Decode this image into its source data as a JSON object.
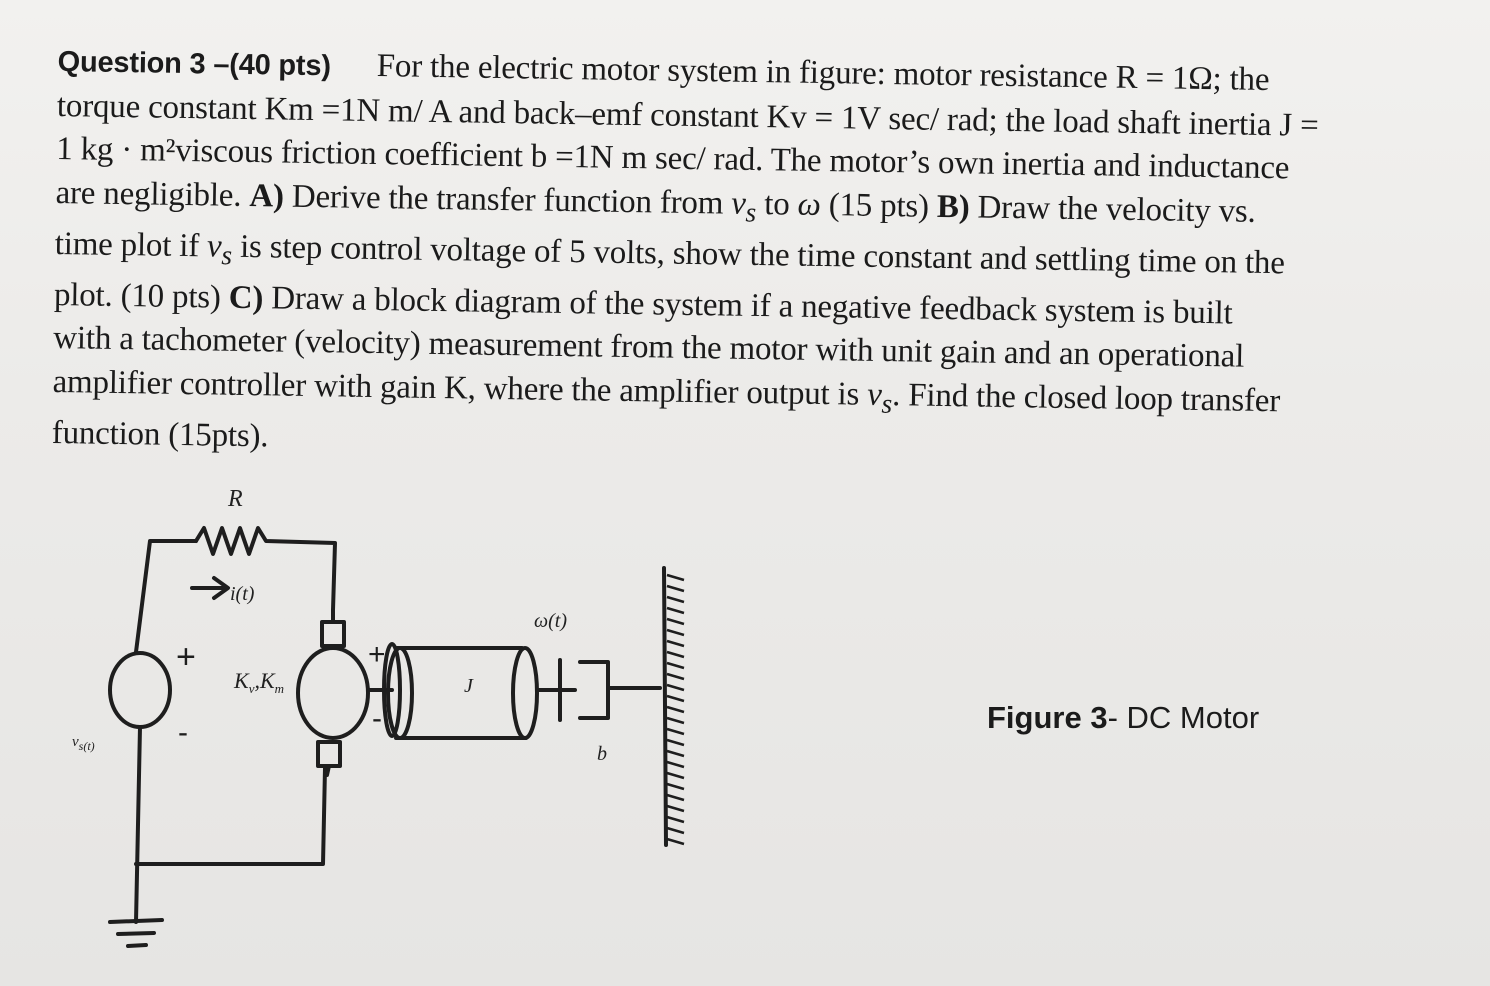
{
  "question": {
    "heading": "Question 3 –(40 pts)",
    "lines": [
      "For the electric motor system in figure: motor resistance R = 1Ω; the",
      "torque constant Km =1N m/ A and back–emf constant Kv = 1V sec/ rad; the load shaft inertia J =",
      "1 kg · m²viscous friction coefficient b =1N m sec/ rad. The motor’s own inertia and inductance"
    ],
    "line4": {
      "pre": "are negligible. ",
      "part_a_label": "A)",
      "part_a_text": " Derive the transfer function from ",
      "v_s": "v",
      "v_s_sub": "s",
      "to": " to ",
      "omega": "ω",
      "pts": " (15 pts) ",
      "part_b_label": "B)",
      "part_b_text": " Draw the velocity vs."
    },
    "line5": {
      "pre": "time plot if ",
      "v_s": "v",
      "v_s_sub": "s",
      "post": " is step control voltage of 5 volts, show the time constant and settling time on the"
    },
    "line6": {
      "pre": "plot.   (10 pts) ",
      "part_c_label": "C)",
      "post": " Draw a block diagram of the system if a negative feedback system is built"
    },
    "line7": "with a tachometer (velocity) measurement from the motor with unit gain and an operational",
    "line8": {
      "pre": "amplifier controller with gain K, where the amplifier output is ",
      "v_s": "v",
      "v_s_sub": "s",
      "post": ". Find the closed loop transfer"
    },
    "line9": "function (15pts)."
  },
  "figure": {
    "caption_bold": "Figure 3",
    "caption_rest": "- DC Motor",
    "labels": {
      "R": "R",
      "current": "i(t)",
      "plus_source": "+",
      "minus_source": "-",
      "source": "v",
      "source_sub": "s(t)",
      "motor_constants": "K",
      "kv_sub": "v",
      "km_sub": "m",
      "motor_plus": "+",
      "motor_minus": "-",
      "inertia": "J",
      "omega": "ω(t)",
      "friction": "b"
    }
  }
}
